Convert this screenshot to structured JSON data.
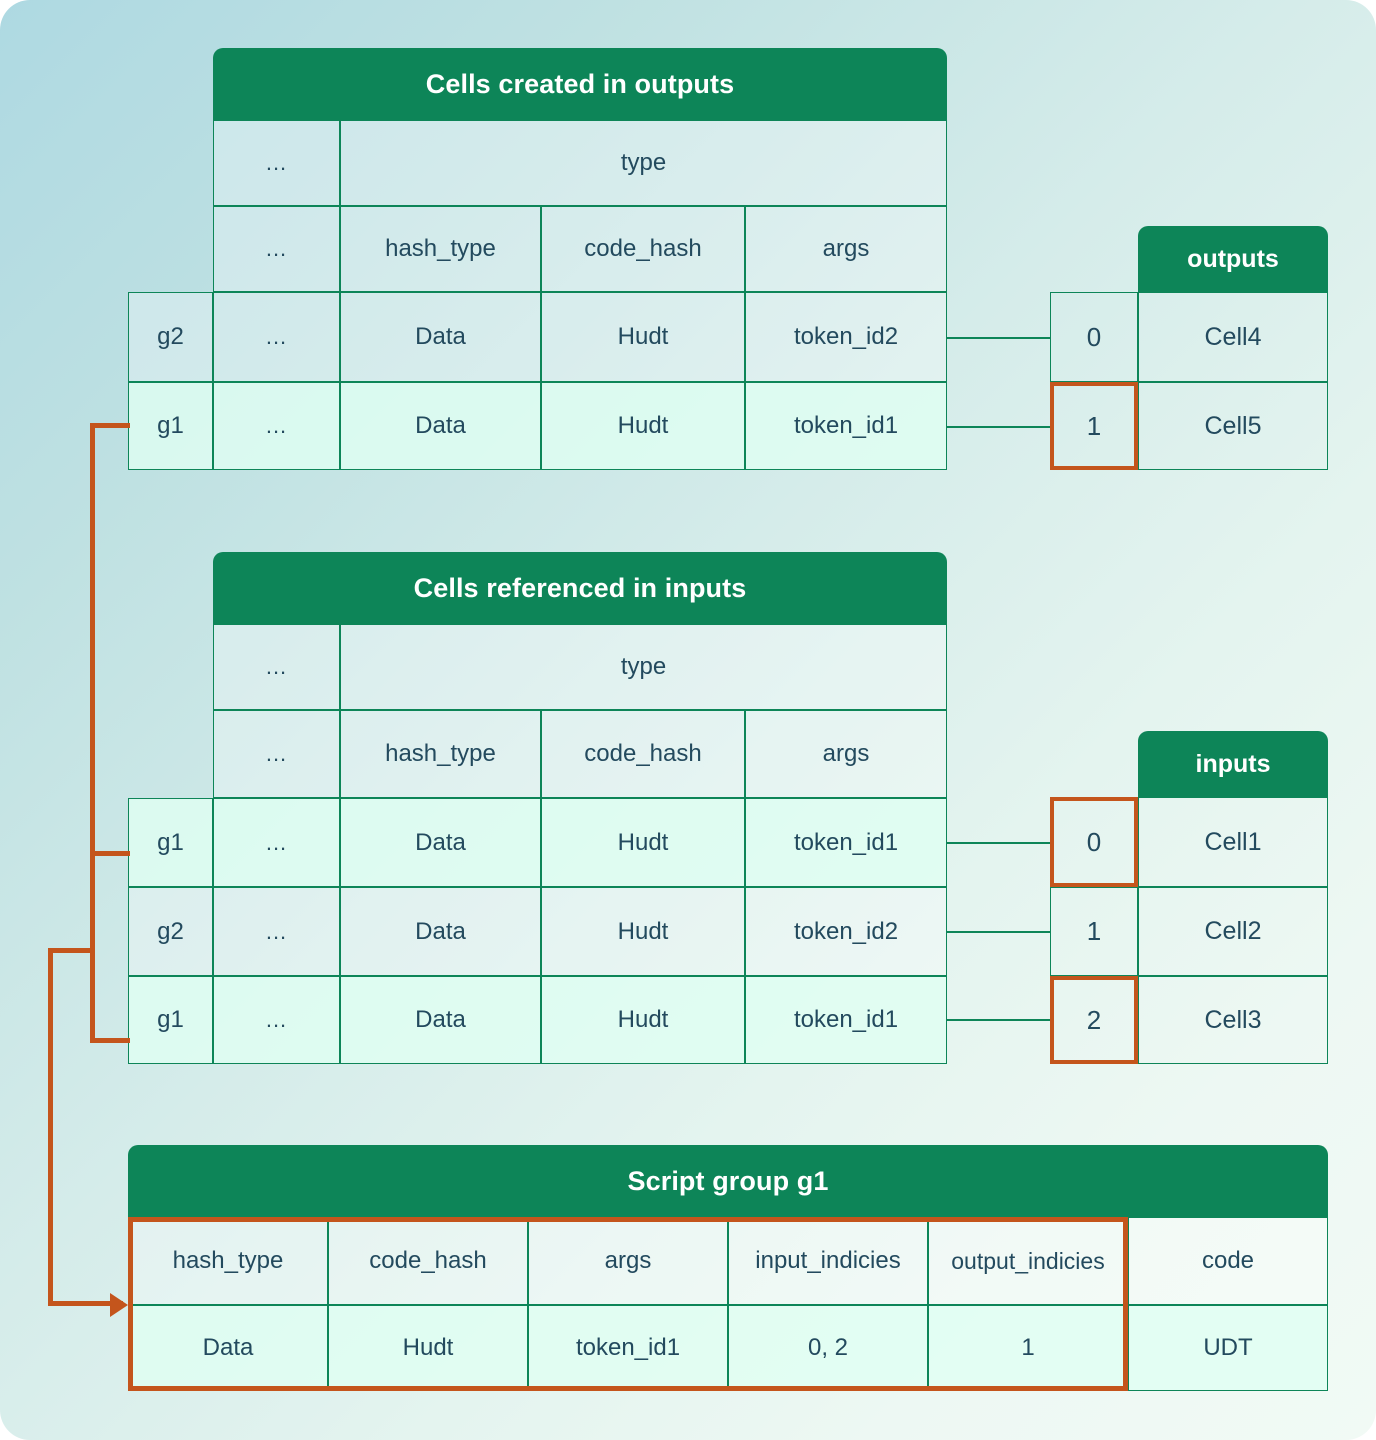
{
  "theme": {
    "header_green": "#0d8558",
    "highlight_orange": "#c4551c",
    "text_navy": "#234a5e",
    "bg_from": "#aed9e2",
    "bg_to": "#f1faf5"
  },
  "outputs_cells_table": {
    "title": "Cells created in outputs",
    "group_header_label": "",
    "spanned_header": {
      "dots": "...",
      "type": "type"
    },
    "columns": [
      "...",
      "hash_type",
      "code_hash",
      "args"
    ],
    "rows": [
      {
        "group": "g2",
        "dots": "...",
        "hash_type": "Data",
        "code_hash": "Hudt",
        "args": "token_id2"
      },
      {
        "group": "g1",
        "dots": "...",
        "hash_type": "Data",
        "code_hash": "Hudt",
        "args": "token_id1"
      }
    ]
  },
  "outputs_index_table": {
    "title": "outputs",
    "rows": [
      {
        "index": "0",
        "cell": "Cell4",
        "highlighted": false
      },
      {
        "index": "1",
        "cell": "Cell5",
        "highlighted": true
      }
    ]
  },
  "inputs_cells_table": {
    "title": "Cells referenced in inputs",
    "spanned_header": {
      "dots": "...",
      "type": "type"
    },
    "columns": [
      "...",
      "hash_type",
      "code_hash",
      "args"
    ],
    "rows": [
      {
        "group": "g1",
        "dots": "...",
        "hash_type": "Data",
        "code_hash": "Hudt",
        "args": "token_id1"
      },
      {
        "group": "g2",
        "dots": "...",
        "hash_type": "Data",
        "code_hash": "Hudt",
        "args": "token_id2"
      },
      {
        "group": "g1",
        "dots": "...",
        "hash_type": "Data",
        "code_hash": "Hudt",
        "args": "token_id1"
      }
    ]
  },
  "inputs_index_table": {
    "title": "inputs",
    "rows": [
      {
        "index": "0",
        "cell": "Cell1",
        "highlighted": true
      },
      {
        "index": "1",
        "cell": "Cell2",
        "highlighted": false
      },
      {
        "index": "2",
        "cell": "Cell3",
        "highlighted": true
      }
    ]
  },
  "script_group_table": {
    "title": "Script group g1",
    "columns": [
      "hash_type",
      "code_hash",
      "args",
      "input_indicies",
      "output_indicies",
      "code"
    ],
    "values": [
      "Data",
      "Hudt",
      "token_id1",
      "0, 2",
      "1",
      "UDT"
    ]
  }
}
